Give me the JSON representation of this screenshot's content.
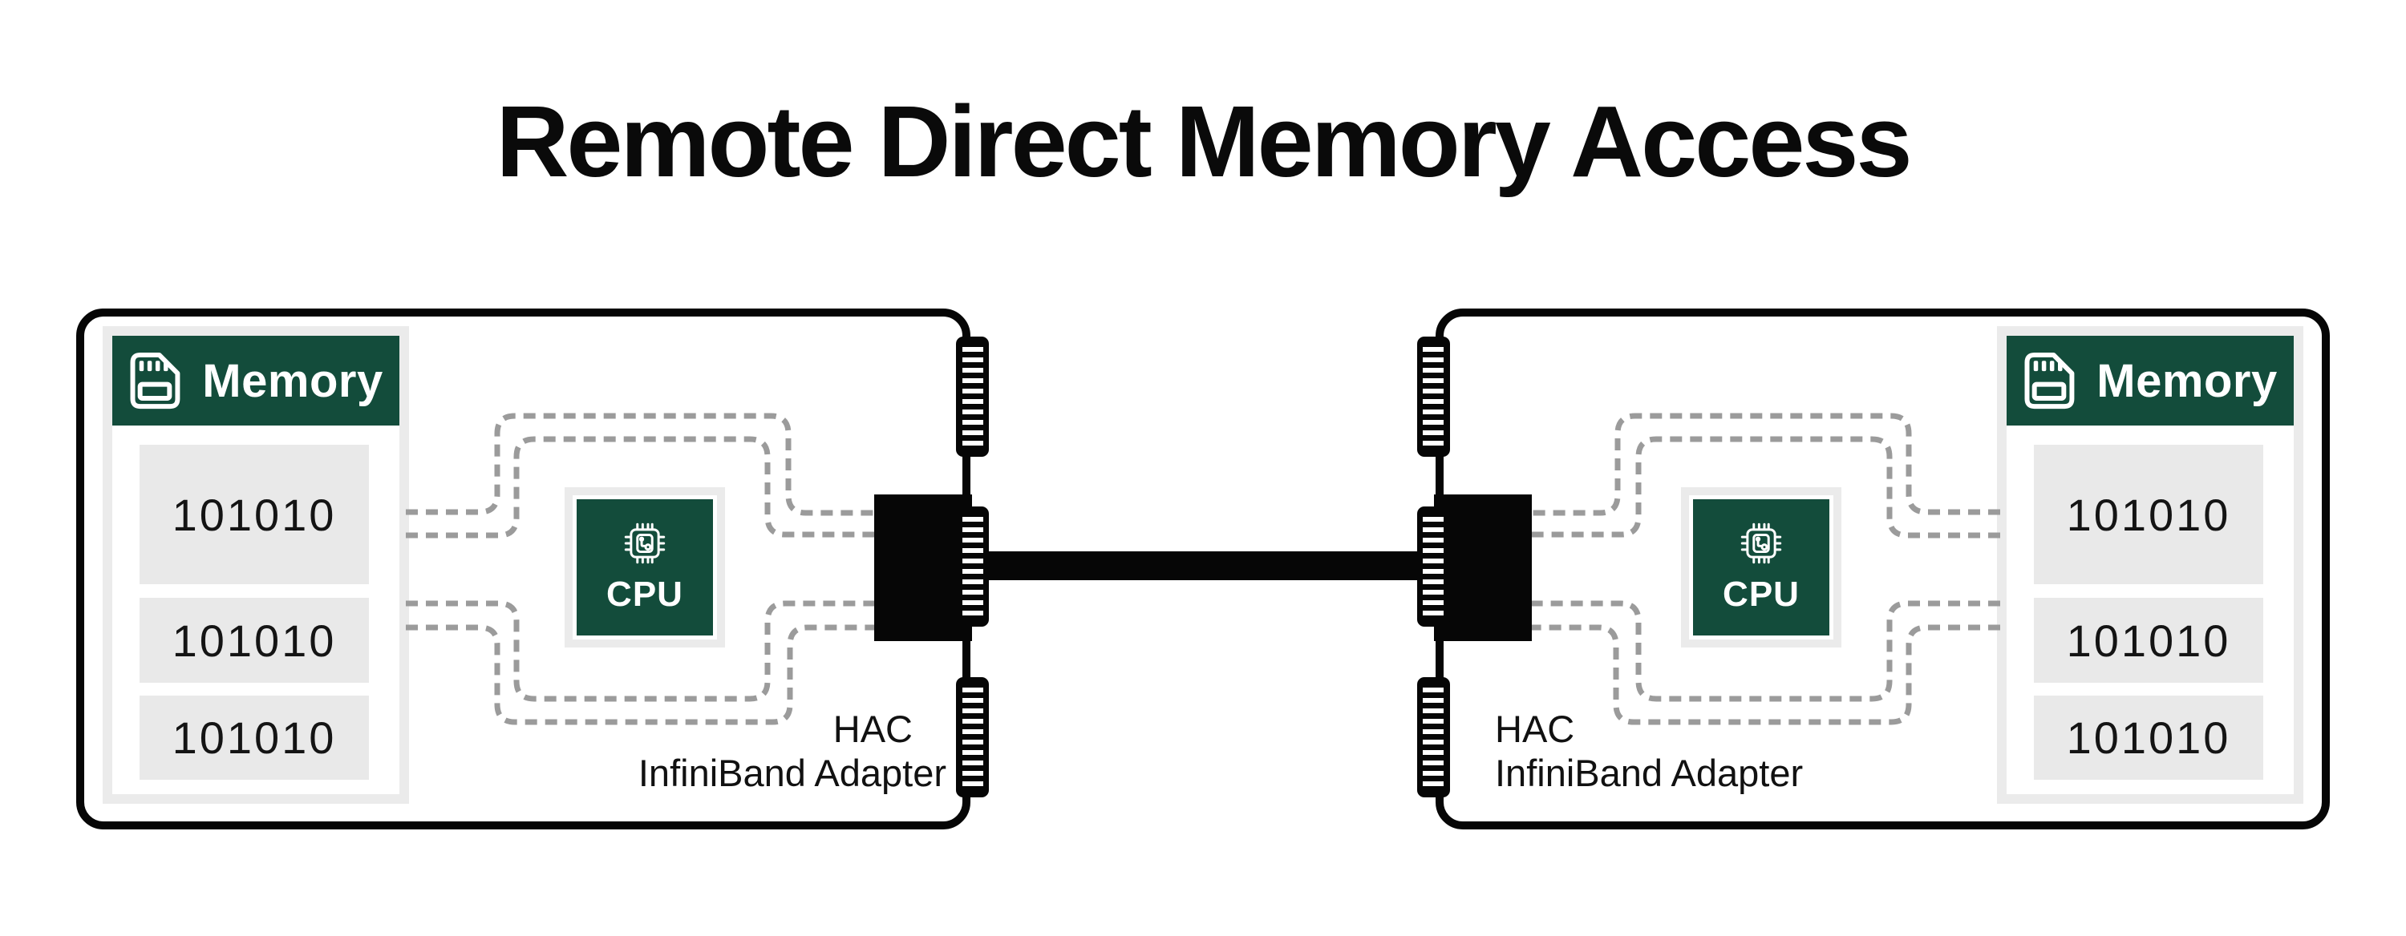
{
  "title": "Remote Direct Memory Access",
  "colors": {
    "accent_green": "#134c3b",
    "row_gray": "#e9e9e9",
    "frame_gray": "#ebebeb",
    "dash_gray": "#9b9b9b",
    "line_black": "#060606"
  },
  "nodes": [
    {
      "side": "left",
      "memory": {
        "header_label": "Memory",
        "rows": [
          "101010",
          "101010",
          "101010"
        ]
      },
      "cpu": {
        "label": "CPU"
      },
      "adapter": {
        "line1": "HAC",
        "line2": "InfiniBand Adapter"
      }
    },
    {
      "side": "right",
      "memory": {
        "header_label": "Memory",
        "rows": [
          "101010",
          "101010",
          "101010"
        ]
      },
      "cpu": {
        "label": "CPU"
      },
      "adapter": {
        "line1": "HAC",
        "line2": "InfiniBand Adapter"
      }
    }
  ],
  "icons": {
    "memory": "memory-card-icon",
    "cpu": "cpu-chip-icon",
    "connector": "io-connector-comb",
    "cable": "infiniband-cable"
  }
}
